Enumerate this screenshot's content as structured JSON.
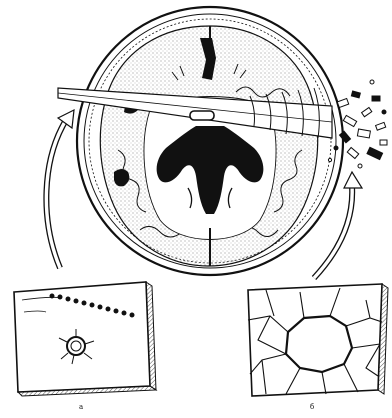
{
  "figure": {
    "panel_labels": {
      "left": "а",
      "right": "б"
    },
    "ink_color": "#111111",
    "paper_color": "#ffffff",
    "stipple_color": "#9a9a9a"
  },
  "elements": [
    {
      "id": "skull",
      "icon": "skull-cross-section-icon"
    },
    {
      "id": "brain",
      "icon": "brain-hemispheres-icon"
    },
    {
      "id": "ventricles",
      "icon": "lateral-ventricles-icon"
    },
    {
      "id": "projectile",
      "icon": "bullet-icon"
    },
    {
      "id": "wound-channel",
      "icon": "wound-track-icon"
    },
    {
      "id": "bone-fragments",
      "icon": "bone-fragments-icon"
    },
    {
      "id": "entry-wound",
      "icon": "entry-wound-icon"
    },
    {
      "id": "exit-wound",
      "icon": "exit-wound-icon"
    }
  ]
}
